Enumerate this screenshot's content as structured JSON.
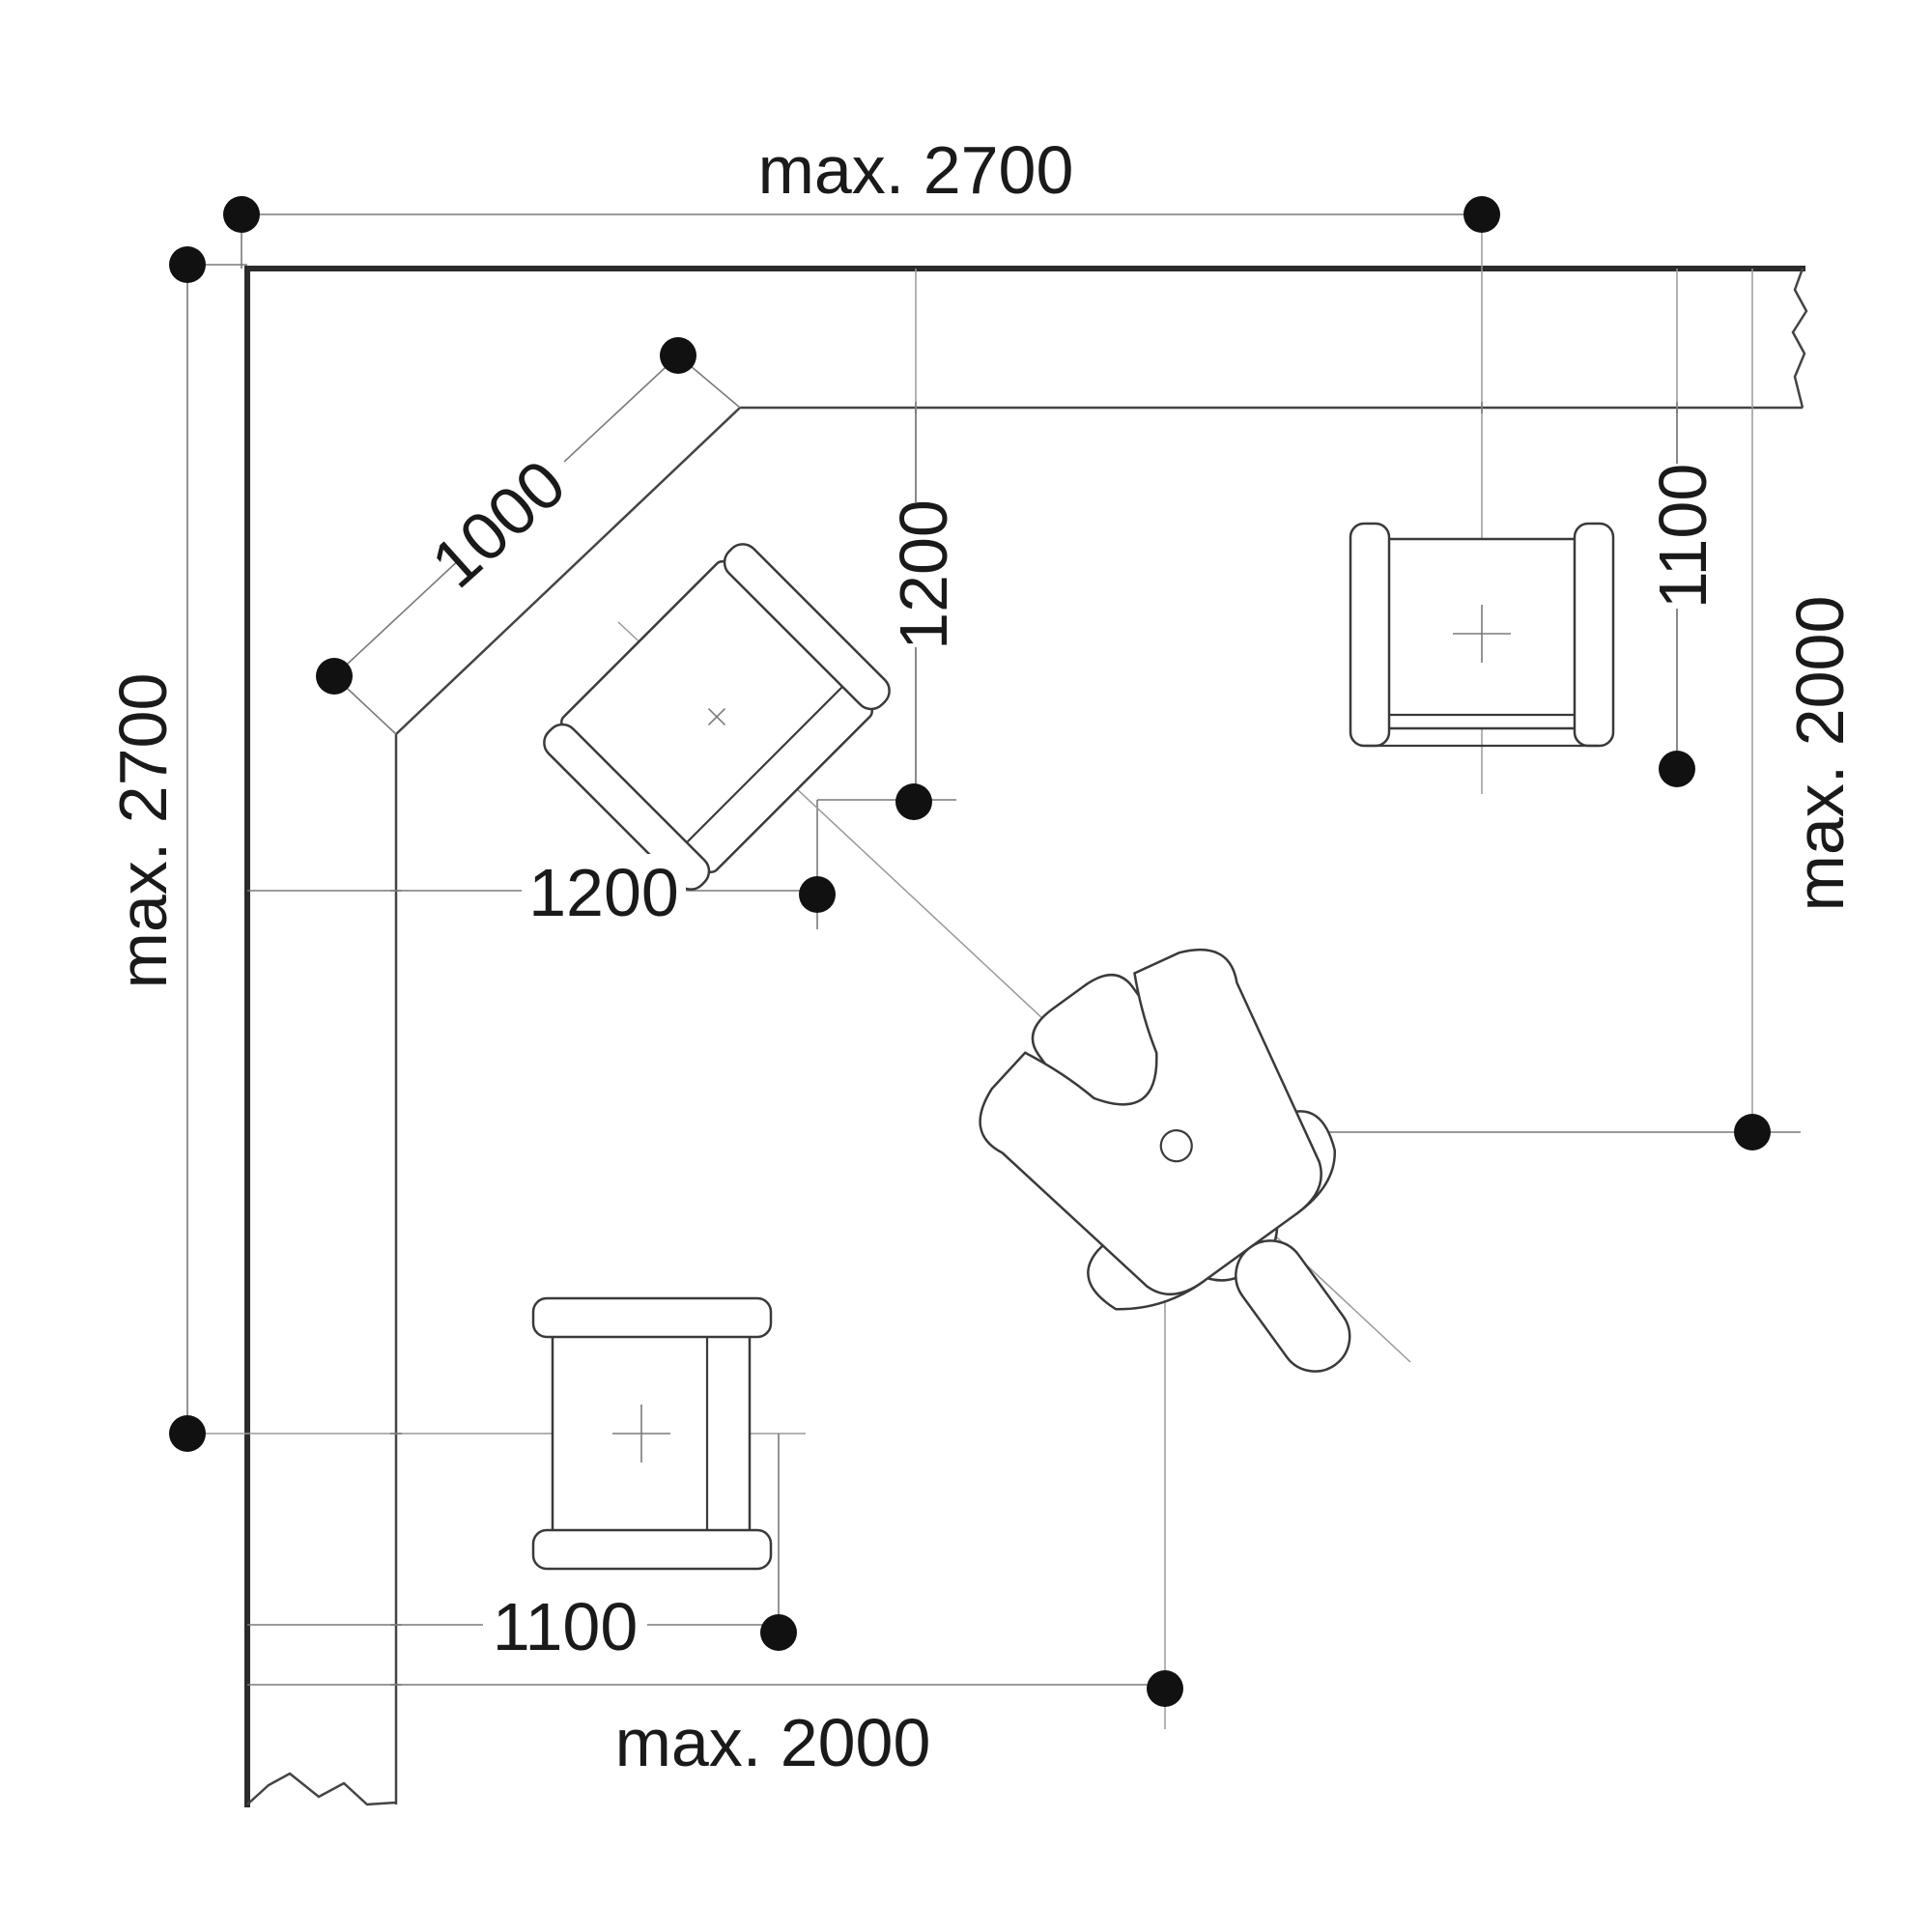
{
  "dimensions": {
    "top_width": "max. 2700",
    "left_height": "max. 2700",
    "right_height": "max. 2000",
    "bottom_width": "max. 2000",
    "diagonal_bevel": "1000",
    "vertical_clearance": "1200",
    "horizontal_clearance": "1200",
    "right_armchair_clearance": "1100",
    "bottom_armchair_clearance": "1100"
  },
  "icons": {
    "wall": "corner-wall",
    "armchair": "armchair-icon",
    "chair": "swivel-chair-icon",
    "point": "dimension-point"
  },
  "colors": {
    "line": "#2b2b2b",
    "dot": "#111111",
    "background": "#ffffff"
  }
}
